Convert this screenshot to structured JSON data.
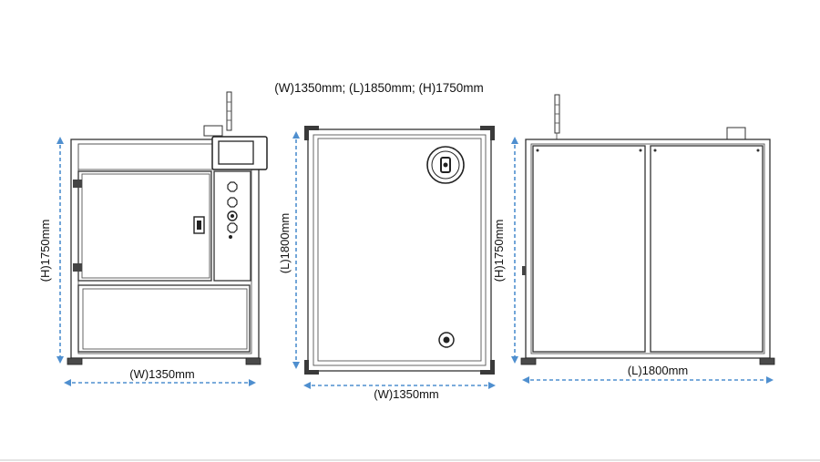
{
  "title": "(W)1350mm; (L)1850mm; (H)1750mm",
  "views": {
    "front": {
      "height_label": "(H)1750mm",
      "width_label": "(W)1350mm"
    },
    "top": {
      "length_label": "(L)1800mm",
      "width_label": "(W)1350mm"
    },
    "side": {
      "height_label": "(H)1750mm",
      "length_label": "(L)1800mm"
    }
  },
  "colors": {
    "dimension_line": "#4f8fcf",
    "outline": "#333333",
    "footer_line": "#e3e3e3"
  }
}
